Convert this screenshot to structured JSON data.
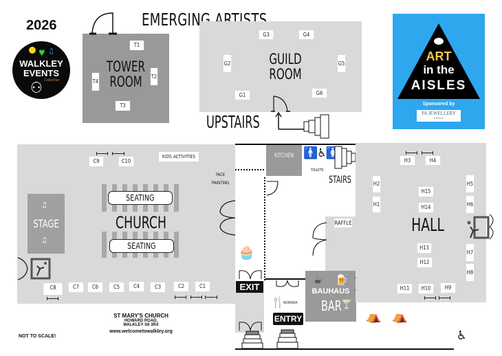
{
  "header": {
    "year": "2026",
    "title": "EMERGING ARTISTS"
  },
  "walkley_logo": {
    "line1": "WALKLEY",
    "line2": "EVENTS",
    "line3": "Collective"
  },
  "art_logo": {
    "line1": "ART",
    "line2": "in the",
    "line3": "AISLES",
    "sponsored": "Sponsored by",
    "sponsor": "PA JEWELLERY",
    "sponsor_sub": "SHEFFIELD",
    "bg_color": "#2ea7ef"
  },
  "tower_room": {
    "name_line1": "TOWER",
    "name_line2": "ROOM",
    "tables": [
      "T1",
      "T2",
      "T3",
      "T4"
    ]
  },
  "guild_room": {
    "name_line1": "GUILD",
    "name_line2": "ROOM",
    "tables": [
      "G1",
      "G2",
      "G3",
      "G4",
      "G5",
      "G6"
    ]
  },
  "upstairs_label": "UPSTAIRS",
  "church": {
    "name": "CHURCH",
    "stage": "STAGE",
    "seating": [
      "SEATING",
      "SEATING"
    ],
    "kids_activities": "KIDS ACTIVITIES",
    "face_painting_line1": "FACE",
    "face_painting_line2": "PAINTING",
    "tables": [
      "C1",
      "C2",
      "C3",
      "C4",
      "C5",
      "C6",
      "C7",
      "C8",
      "C9",
      "C10"
    ]
  },
  "middle": {
    "kitchen": "KITCHEN",
    "toilets": "TOILETS",
    "stairs": "STAIRS",
    "raffle": "RAFFLE",
    "exit": "EXIT",
    "entry": "ENTRY",
    "food_vendor": "ROWSHA",
    "bar_line1": "BAUHAUS",
    "bar_line2": "BAR"
  },
  "hall": {
    "name": "HALL",
    "tables": [
      "H1",
      "H2",
      "H3",
      "H4",
      "H5",
      "H6",
      "H7",
      "H8",
      "H9",
      "H10",
      "H11",
      "H12",
      "H13",
      "H14",
      "H15"
    ]
  },
  "footer": {
    "not_to_scale": "NOT TO SCALE!",
    "venue": "ST MARY'S CHURCH",
    "address1": "HOWARD ROAD,",
    "address2": "WALKLEY S6 3RX",
    "website": "www.welcometowalkley.org"
  },
  "colors": {
    "room_gray": "#d9d9d9",
    "dark_gray": "#8c8c8c",
    "stage_gray": "#9a9a9a"
  }
}
